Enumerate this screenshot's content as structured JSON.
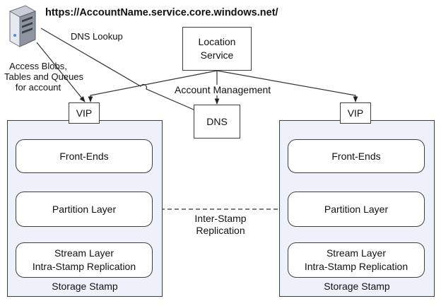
{
  "account_url": "https://AccountName.service.core.windows.net/",
  "labels": {
    "dns_lookup": "DNS Lookup",
    "access": [
      "Access Blobs,",
      "Tables and Queues",
      "for account"
    ],
    "account_management": "Account Management",
    "inter_stamp": [
      "Inter-Stamp",
      "Replication"
    ]
  },
  "location_service": [
    "Location",
    "Service"
  ],
  "dns": "DNS",
  "stamps": [
    {
      "vip": "VIP",
      "front_ends": "Front-Ends",
      "partition_layer": "Partition Layer",
      "stream_layer": [
        "Stream Layer",
        "Intra-Stamp Replication"
      ],
      "caption": "Storage Stamp"
    },
    {
      "vip": "VIP",
      "front_ends": "Front-Ends",
      "partition_layer": "Partition Layer",
      "stream_layer": [
        "Stream Layer",
        "Intra-Stamp Replication"
      ],
      "caption": "Storage Stamp"
    }
  ],
  "icons": [
    "server-icon"
  ]
}
